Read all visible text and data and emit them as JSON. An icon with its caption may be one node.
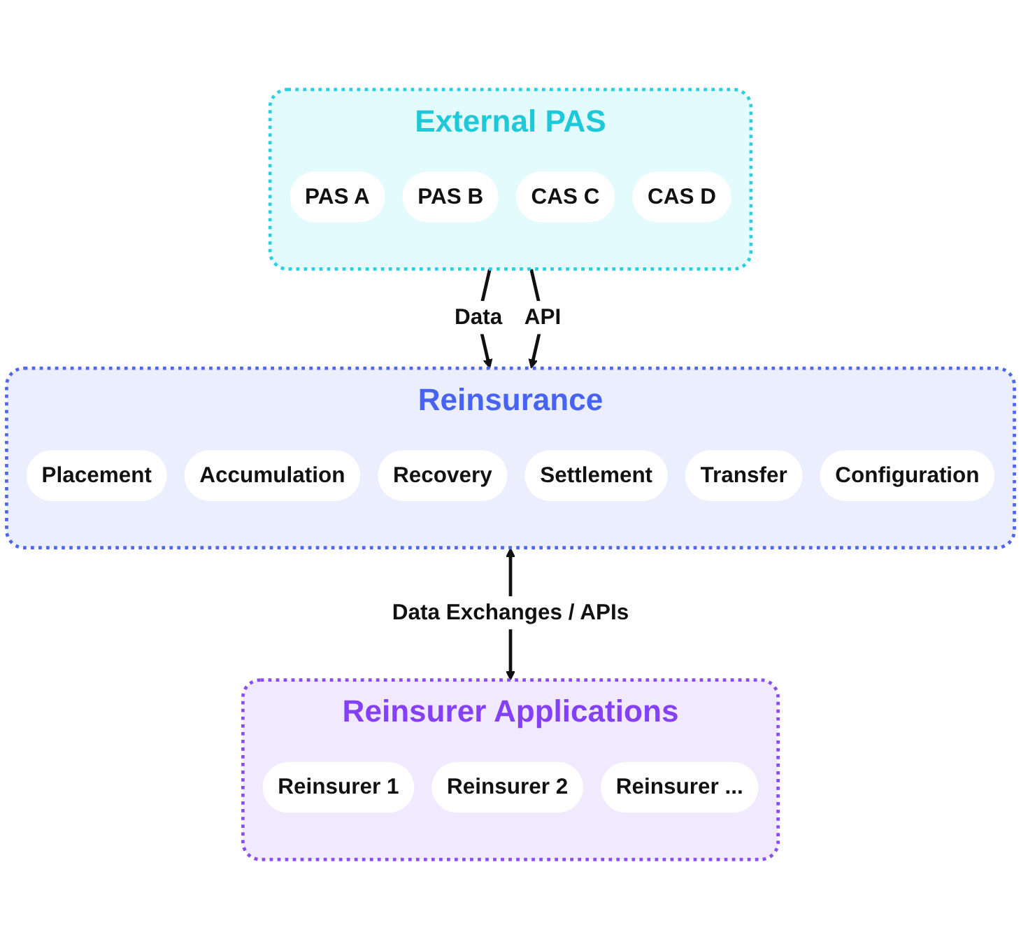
{
  "diagram": {
    "nodes": [
      {
        "text": [
          "External PAS"
        ]
      },
      {
        "text": [
          "PAS A"
        ],
        "in": 0
      },
      {
        "text": [
          "PAS B"
        ],
        "in": 0
      },
      {
        "text": [
          "CAS C"
        ],
        "in": 0
      },
      {
        "text": [
          "CAS D"
        ],
        "in": 0
      },
      {
        "text": [
          "Reinsurance"
        ]
      },
      {
        "text": [
          "Placement"
        ],
        "in": 5
      },
      {
        "text": [
          "Accumulation"
        ],
        "in": 5
      },
      {
        "text": [
          "Recovery"
        ],
        "in": 5
      },
      {
        "text": [
          "Settlement"
        ],
        "in": 5
      },
      {
        "text": [
          "Transfer"
        ],
        "in": 5
      },
      {
        "text": [
          "Configuration"
        ],
        "in": 5
      },
      {
        "text": [
          "Reinsurer Applications"
        ]
      },
      {
        "text": [
          "Reinsurer 1"
        ],
        "in": 12
      },
      {
        "text": [
          "Reinsurer 2"
        ],
        "in": 12
      },
      {
        "text": [
          "Reinsurer ..."
        ],
        "in": 12
      }
    ],
    "edges": [
      {
        "from": 0,
        "to": 5,
        "arrow": "to",
        "label": "Data"
      },
      {
        "from": 0,
        "to": 5,
        "arrow": "to",
        "label": "API"
      },
      {
        "from": 5,
        "to": 12,
        "arrow": "both",
        "label": "Data Exchanges / APIs"
      }
    ]
  }
}
